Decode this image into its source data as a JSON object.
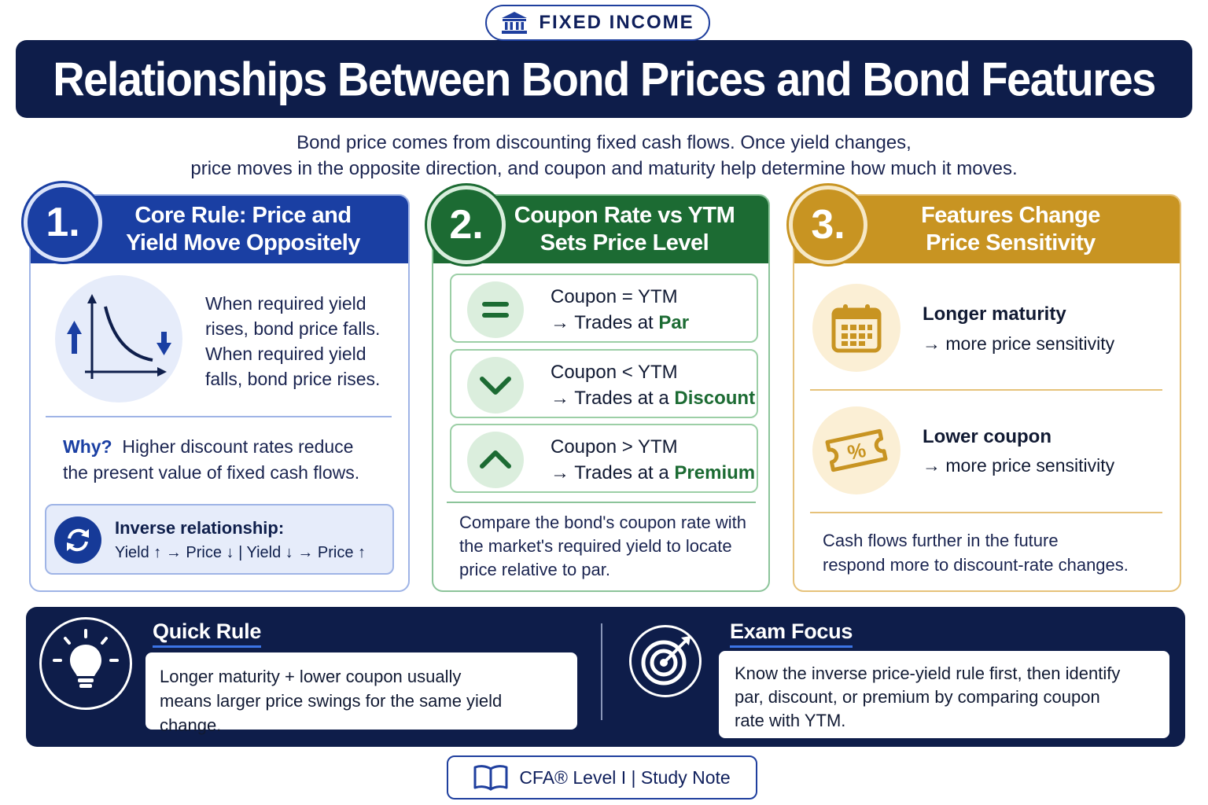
{
  "badge": {
    "label": "FIXED INCOME",
    "icon": "bank-icon"
  },
  "title": "Relationships Between Bond Prices and Bond Features",
  "subtitle": {
    "line1": "Bond price comes from discounting fixed cash flows. Once yield changes,",
    "line2": "price moves in the opposite direction, and coupon and maturity help determine how much it moves."
  },
  "sections": [
    {
      "number": "1.",
      "title_line1": "Core Rule: Price and",
      "title_line2": "Yield Move Oppositely",
      "color": "#1a3fa3",
      "body_lines": [
        "When required yield",
        "rises, bond price falls.",
        "When required yield",
        "falls, bond price rises."
      ],
      "why_label": "Why?",
      "why_line1": "Higher discount rates reduce",
      "why_line2": "the present value of fixed cash flows.",
      "inverse_title": "Inverse relationship:",
      "inverse_rule": "Yield ↑ → Price ↓   |   Yield ↓ → Price ↑"
    },
    {
      "number": "2.",
      "title_line1": "Coupon Rate vs YTM",
      "title_line2": "Sets Price Level",
      "color": "#1c6b33",
      "rows": [
        {
          "icon": "equals-icon",
          "condition": "Coupon = YTM",
          "prefix": "→ Trades at ",
          "result": "Par"
        },
        {
          "icon": "chevron-down-icon",
          "condition": "Coupon < YTM",
          "prefix": "→ Trades at a ",
          "result": "Discount"
        },
        {
          "icon": "chevron-up-icon",
          "condition": "Coupon > YTM",
          "prefix": "→ Trades at a ",
          "result": "Premium"
        }
      ],
      "note_lines": [
        "Compare the bond's coupon rate with",
        "the market's required yield to locate",
        "price relative to par."
      ]
    },
    {
      "number": "3.",
      "title_line1": "Features Change",
      "title_line2": "Price Sensitivity",
      "color": "#c89422",
      "features": [
        {
          "icon": "calendar-icon",
          "title": "Longer maturity",
          "desc": "→ more price sensitivity"
        },
        {
          "icon": "coupon-ticket-icon",
          "title": "Lower coupon",
          "desc": "→ more price sensitivity"
        }
      ],
      "note_lines": [
        "Cash flows further in the future",
        "respond more to discount-rate changes."
      ]
    }
  ],
  "quick_rule": {
    "label": "Quick Rule",
    "line1_bold": "Longer maturity",
    "line1_rest": " + lower coupon usually",
    "line2": "means larger price swings for the same yield change."
  },
  "exam_focus": {
    "label": "Exam Focus",
    "lines": [
      "Know the inverse price-yield rule first, then identify",
      "par, discount, or premium by comparing coupon",
      "rate with YTM."
    ]
  },
  "footer": {
    "label": "CFA® Level I | Study Note",
    "icon": "book-icon"
  }
}
